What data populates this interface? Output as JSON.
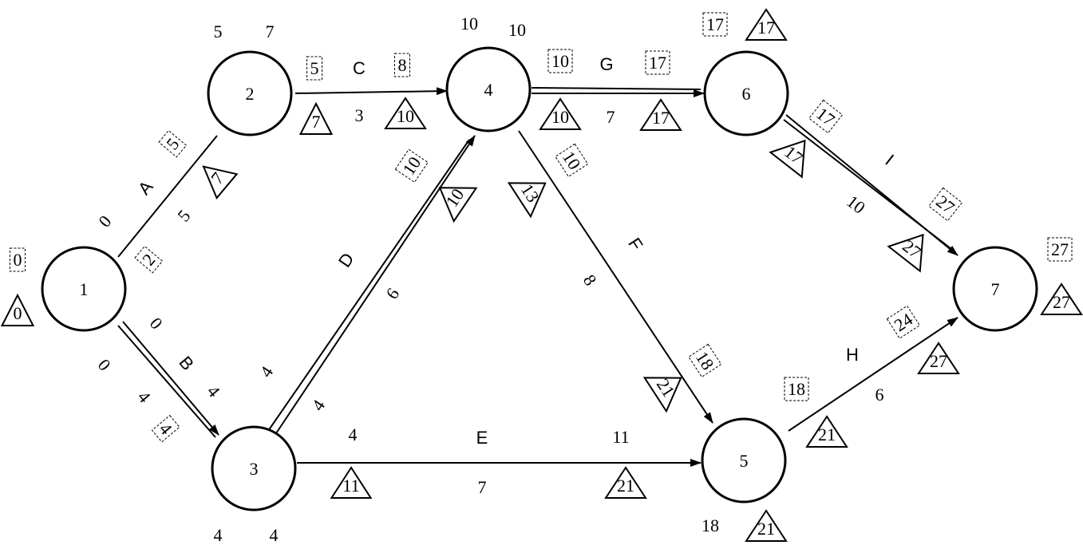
{
  "nodes": [
    {
      "label": "1",
      "earliest": "0",
      "latest": "0"
    },
    {
      "label": "2",
      "earliest": "5",
      "latest": "7"
    },
    {
      "label": "3",
      "earliest": "4",
      "latest": "4"
    },
    {
      "label": "4",
      "earliest": "10",
      "latest": "10"
    },
    {
      "label": "5",
      "earliest": "18",
      "latest": "21"
    },
    {
      "label": "6",
      "earliest": "17",
      "latest": "17"
    },
    {
      "label": "7",
      "earliest": "27",
      "latest": "27"
    }
  ],
  "activities": {
    "A": {
      "name": "A",
      "duration": "5",
      "es": "0",
      "ls": "2",
      "ef": "5",
      "lf": "7",
      "from": "1",
      "to": "2",
      "critical": false
    },
    "B": {
      "name": "B",
      "duration": "4",
      "es": "0",
      "ls": "0",
      "ef": "4",
      "lf": "4",
      "from": "1",
      "to": "3",
      "critical": true
    },
    "C": {
      "name": "C",
      "duration": "3",
      "es": "5",
      "ls": "7",
      "ef": "8",
      "lf": "10",
      "from": "2",
      "to": "4",
      "critical": false
    },
    "D": {
      "name": "D",
      "duration": "6",
      "es": "4",
      "ls": "4",
      "ef": "10",
      "lf": "10",
      "from": "3",
      "to": "4",
      "critical": true
    },
    "E": {
      "name": "E",
      "duration": "7",
      "es": "4",
      "ls": "11",
      "ef": "11",
      "lf": "21",
      "from": "3",
      "to": "5",
      "critical": false
    },
    "F": {
      "name": "F",
      "duration": "8",
      "es": "10",
      "ls": "13",
      "ef": "18",
      "lf": "21",
      "from": "4",
      "to": "5",
      "critical": false
    },
    "G": {
      "name": "G",
      "duration": "7",
      "es": "10",
      "ls": "10",
      "ef": "17",
      "lf": "17",
      "from": "4",
      "to": "6",
      "critical": true
    },
    "H": {
      "name": "H",
      "duration": "6",
      "es": "18",
      "ls": "21",
      "ef": "24",
      "lf": "27",
      "from": "5",
      "to": "7",
      "critical": false
    },
    "I": {
      "name": "I",
      "duration": "10",
      "es": "17",
      "ls": "17",
      "ef": "27",
      "lf": "27",
      "from": "6",
      "to": "7",
      "critical": true
    }
  }
}
